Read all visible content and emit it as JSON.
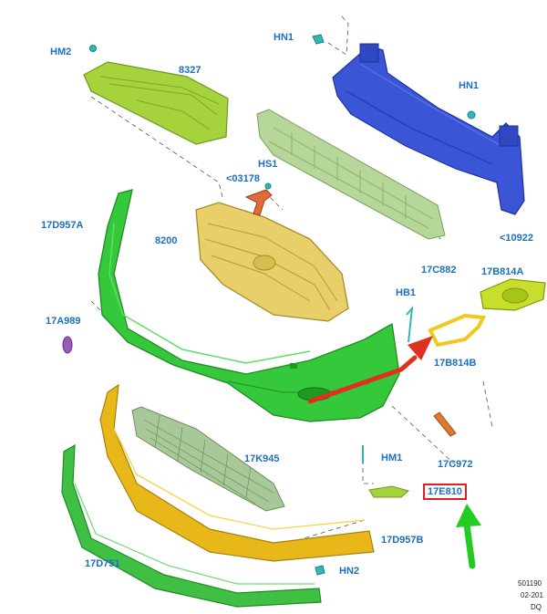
{
  "labels": {
    "hm2": "HM2",
    "p8327": "8327",
    "hn1_top": "HN1",
    "hn1_right": "HN1",
    "hs1": "HS1",
    "p03178": "<03178",
    "p17d957a": "17D957A",
    "p8200": "8200",
    "p10922": "<10922",
    "p17c882": "17C882",
    "p17b814a": "17B814A",
    "hb1": "HB1",
    "p17a989": "17A989",
    "p17b814b": "17B814B",
    "p17k945": "17K945",
    "hm1": "HM1",
    "p17c972": "17C972",
    "p17e810": "17E810",
    "p17d957b": "17D957B",
    "p17d751": "17D751",
    "hn2": "HN2"
  },
  "corner": {
    "line1": "501190",
    "line2": "02-201",
    "line3": "DQ"
  },
  "colors": {
    "label_blue": "#1a6fbf",
    "highlight_red": "#e02020",
    "arrow_red": "#e03020",
    "arrow_green": "#22cc22",
    "bumper_green": "#35c83a",
    "beam_blue": "#3a55d6",
    "grille_yellow": "#e8cf6a",
    "shield_lime": "#a6d23c",
    "lower_yellow": "#e8b81a",
    "grid_pale": "#b7d69a"
  }
}
